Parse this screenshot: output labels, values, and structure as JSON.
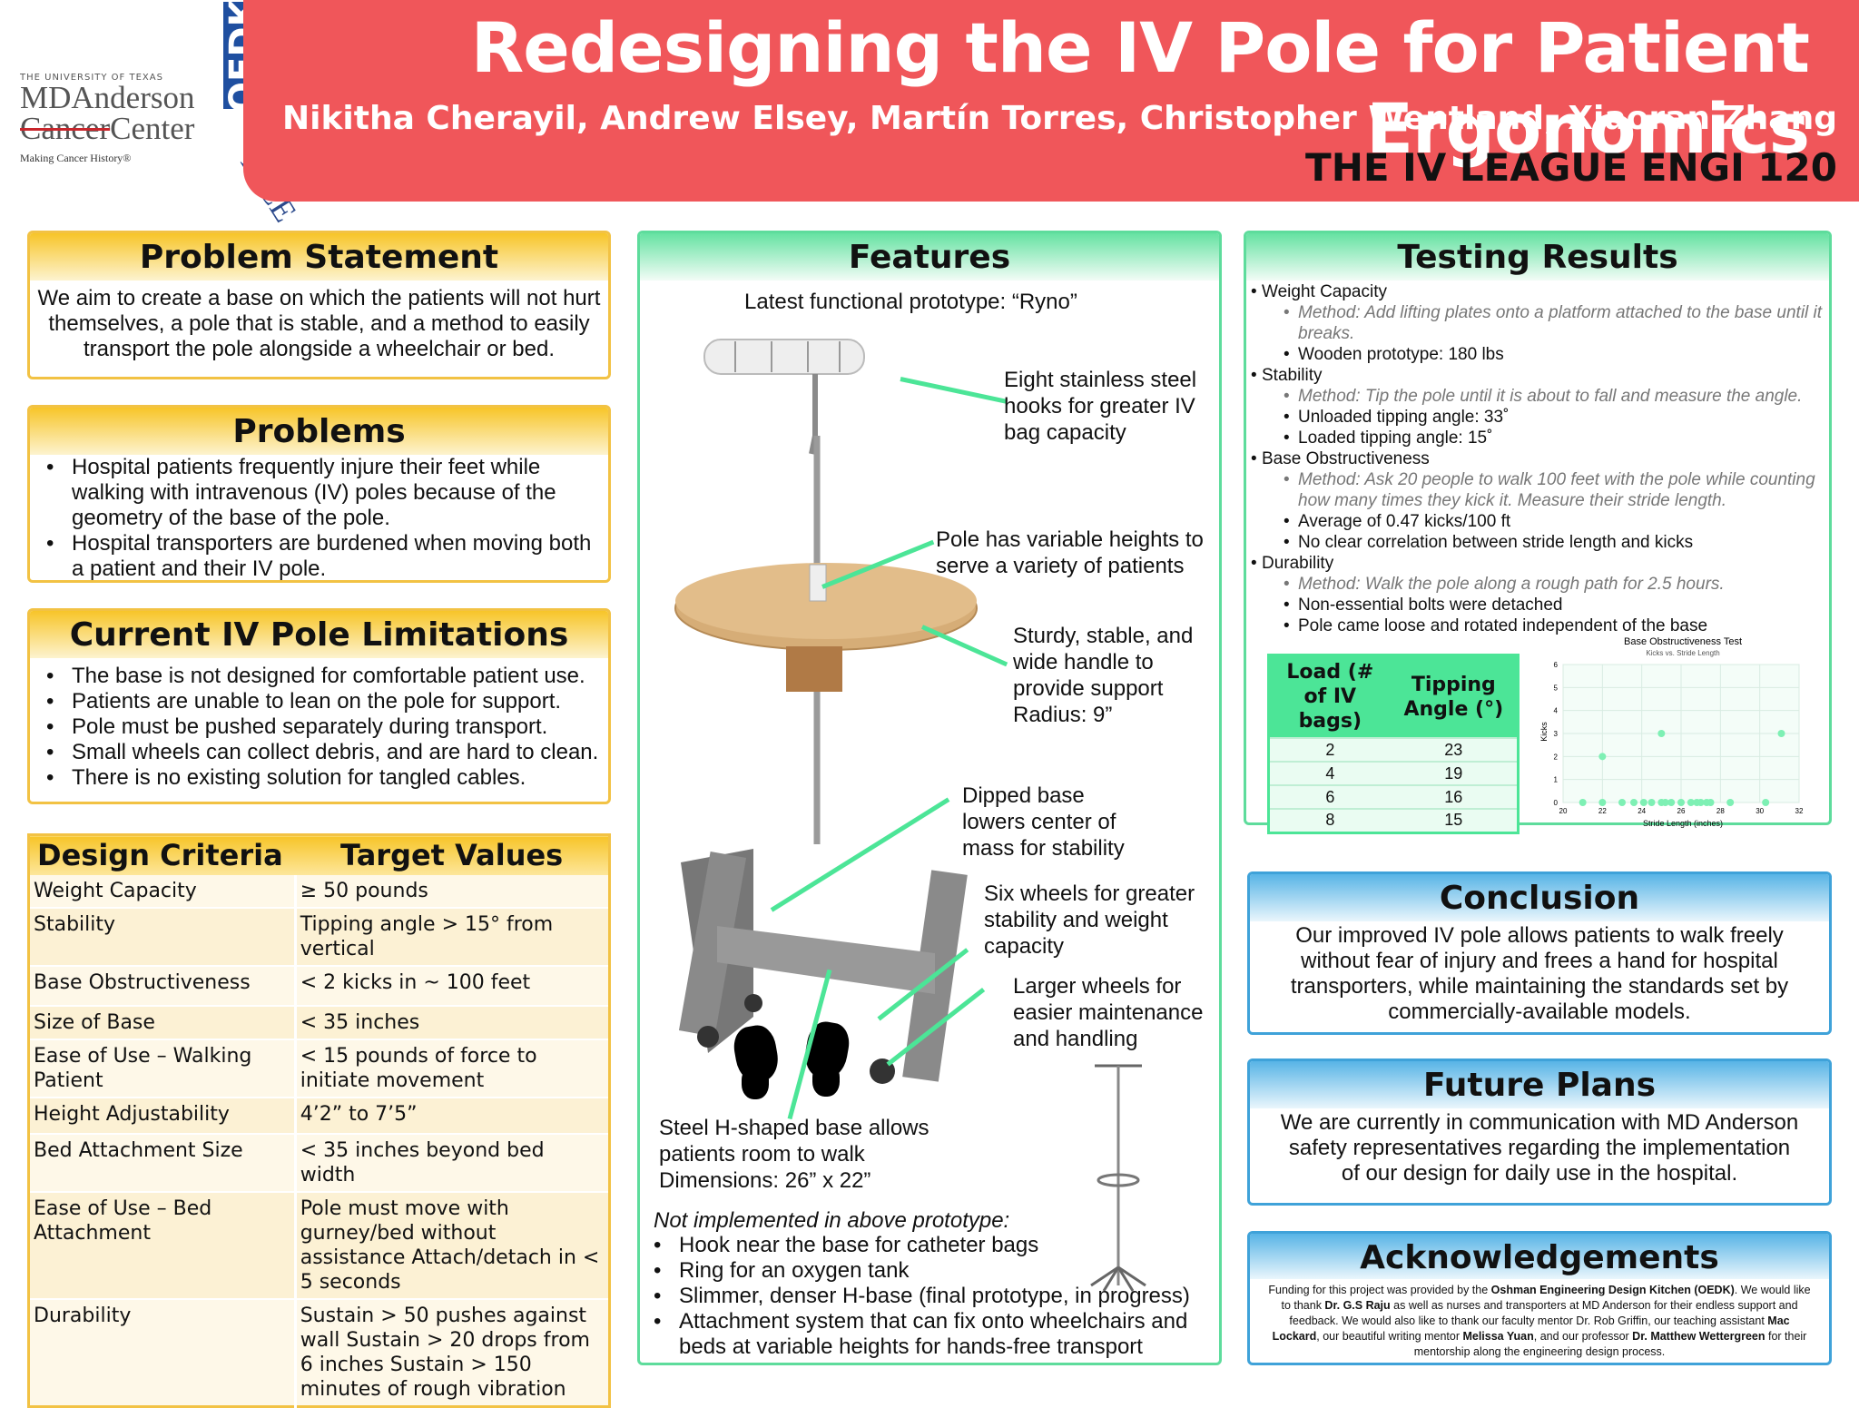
{
  "header": {
    "title": "Redesigning the IV Pole for Patient Ergonomics",
    "authors": "Nikitha Cherayil, Andrew Elsey, Martín Torres, Christopher Wentland, Xiaoran Zhang",
    "team": "THE IV LEAGUE   ENGI 120",
    "logos": {
      "mda_top": "THE UNIVERSITY OF TEXAS",
      "mda_l1": "MDAnderson",
      "mda_l2a": "Cancer",
      "mda_l2b": "Center",
      "mda_tag": "Making Cancer History®",
      "oedk": "OEDK",
      "rice": "RICE"
    }
  },
  "problem_statement": {
    "title": "Problem Statement",
    "text": "We aim to create a base on which the patients will not hurt themselves, a pole that is stable, and a method to easily transport the pole alongside a wheelchair or bed."
  },
  "problems": {
    "title": "Problems",
    "items": [
      "Hospital patients frequently injure their feet while walking with intravenous (IV) poles because of the geometry of the base of the  pole.",
      "Hospital transporters are burdened when moving both a patient and their IV pole."
    ]
  },
  "limitations": {
    "title": "Current IV Pole Limitations",
    "items": [
      "The base is not designed for comfortable patient use.",
      "Patients are unable to lean on the pole for support.",
      "Pole must be pushed separately during transport.",
      "Small wheels can collect debris, and are hard to clean.",
      "There is no existing solution for tangled cables."
    ]
  },
  "design_criteria": {
    "col1": "Design Criteria",
    "col2": "Target  Values",
    "rows": [
      {
        "c": "Weight Capacity",
        "v": "≥ 50 pounds"
      },
      {
        "c": "Stability",
        "v": "Tipping angle > 15° from vertical"
      },
      {
        "c": "Base Obstructiveness",
        "v": "< 2 kicks in  ~ 100 feet"
      },
      {
        "c": "Size of Base",
        "v": "< 35 inches"
      },
      {
        "c": "Ease of Use – Walking Patient",
        "v": "< 15 pounds of force to initiate movement"
      },
      {
        "c": "Height Adjustability",
        "v": "4’2” to 7’5”"
      },
      {
        "c": "Bed Attachment Size",
        "v": "< 35 inches beyond bed width"
      },
      {
        "c": "Ease of Use – Bed Attachment",
        "v": "Pole must move with gurney/bed without assistance Attach/detach in < 5 seconds"
      },
      {
        "c": "Durability",
        "v": "Sustain > 50 pushes against wall Sustain > 20 drops from 6 inches Sustain > 150 minutes of rough vibration"
      }
    ]
  },
  "features": {
    "title": "Features",
    "prototype": "Latest functional prototype:   “Ryno”",
    "labels": {
      "hooks": "Eight stainless steel hooks for greater IV bag capacity",
      "heights": "Pole has variable heights to serve a variety of patients",
      "handle": "Sturdy, stable, and wide handle to provide support Radius: 9”",
      "dipped": "Dipped base lowers center of mass for  stability",
      "wheels": "Six wheels for greater stability and weight capacity",
      "larger": "Larger wheels for easier maintenance and handling",
      "hbase": "Steel H-shaped base allows patients room to walk Dimensions: 26”  x  22”"
    },
    "not_impl_title": "Not implemented in above prototype:",
    "not_impl": [
      "Hook near the base for catheter bags",
      "Ring for an oxygen tank",
      "Slimmer, denser H-base (final prototype, in progress)",
      "Attachment system that can fix onto wheelchairs and beds at variable heights for hands-free transport"
    ]
  },
  "testing": {
    "title": "Testing Results",
    "sections": [
      {
        "head": "Weight Capacity",
        "method": "Method: Add lifting plates onto a platform attached to the base until it breaks.",
        "results": [
          "Wooden prototype: 180 lbs"
        ]
      },
      {
        "head": "Stability",
        "method": "Method: Tip the pole until it is about to fall and measure the angle.",
        "results": [
          "Unloaded tipping angle: 33˚",
          "Loaded tipping angle: 15˚"
        ]
      },
      {
        "head": "Base Obstructiveness",
        "method": "Method: Ask 20 people to walk 100 feet with the pole while counting how many times they kick it. Measure their stride length.",
        "results": [
          "Average of 0.47 kicks/100 ft",
          "No clear correlation between stride length and kicks"
        ]
      },
      {
        "head": "Durability",
        "method": "Method: Walk the pole along a rough path for 2.5 hours.",
        "results": [
          "Non-essential bolts were detached",
          "Pole came loose and rotated independent of the base"
        ]
      }
    ],
    "tip_table": {
      "h1": "Load (# of IV bags)",
      "h2": "Tipping Angle (°)",
      "rows": [
        [
          "2",
          "23"
        ],
        [
          "4",
          "19"
        ],
        [
          "6",
          "16"
        ],
        [
          "8",
          "15"
        ]
      ]
    }
  },
  "chart_data": {
    "type": "scatter",
    "title": "Base Obstructiveness Test",
    "subtitle": "Kicks vs. Stride Length",
    "xlabel": "Stride Length (inches)",
    "ylabel": "Kicks",
    "xlim": [
      20,
      32
    ],
    "ylim": [
      0,
      6
    ],
    "xticks": [
      20,
      22,
      24,
      26,
      28,
      30,
      32
    ],
    "yticks": [
      0,
      1,
      2,
      3,
      4,
      5,
      6
    ],
    "grid": true,
    "color": "#7ef0b4",
    "x": [
      21.0,
      22.0,
      23.0,
      23.6,
      24.1,
      24.5,
      25.0,
      25.2,
      25.5,
      26.0,
      26.5,
      26.8,
      27.0,
      27.3,
      27.5,
      28.5,
      30.3,
      22.0,
      25.0,
      31.1
    ],
    "y": [
      0,
      0,
      0,
      0,
      0,
      0,
      0,
      0,
      0,
      0,
      0,
      0,
      0,
      0,
      0,
      0,
      0,
      2,
      3,
      3
    ]
  },
  "conclusion": {
    "title": "Conclusion",
    "text": "Our improved IV pole allows patients to walk freely without fear of injury and frees a hand for hospital transporters, while maintaining the standards set by commercially-available models."
  },
  "future": {
    "title": "Future Plans",
    "text": "We are currently in communication with MD Anderson safety representatives regarding the implementation of our design for daily use  in the hospital."
  },
  "ack": {
    "title": "Acknowledgements",
    "p1": "Funding for this project was provided by the ",
    "b1": "Oshman Engineering Design Kitchen (OEDK)",
    "p2": ". We would like to thank ",
    "b2": "Dr. G.S Raju",
    "p3": " as well as nurses and transporters at MD Anderson for their endless support and feedback. We would also like to thank our faculty mentor Dr. Rob Griffin, our teaching assistant ",
    "b3": "Mac Lockard",
    "p4": ", our beautiful writing mentor ",
    "b4": "Melissa Yuan",
    "p5": ", and our professor ",
    "b5": "Dr. Matthew Wettergreen",
    "p6": " for their mentorship along the engineering design process."
  }
}
